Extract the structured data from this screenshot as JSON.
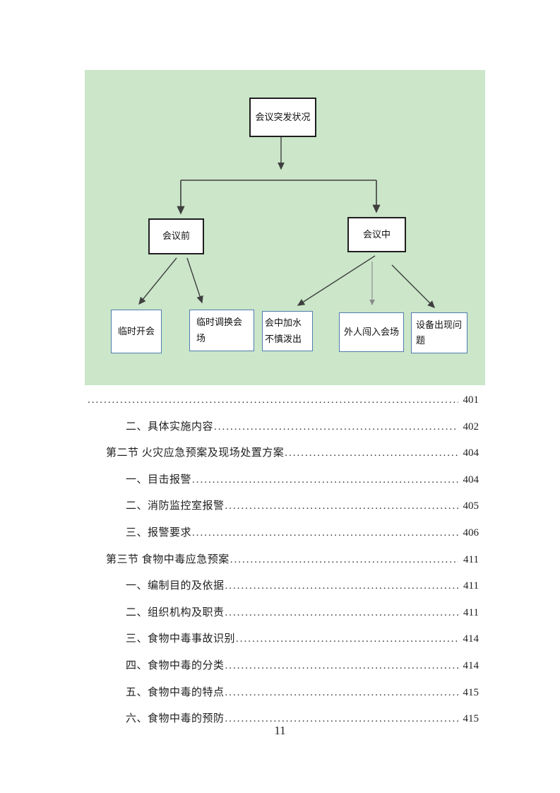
{
  "page": {
    "number": "11"
  },
  "diagram": {
    "background_color": "#cbe6c9",
    "root": {
      "label": "会议突发状况"
    },
    "branches": [
      {
        "label": "会议前"
      },
      {
        "label": "会议中"
      }
    ],
    "leaves": [
      {
        "label": "临时开会"
      },
      {
        "label": "临时调换会场"
      },
      {
        "label": "会中加水不慎泼出"
      },
      {
        "label": "外人闯入会场"
      },
      {
        "label": "设备出现问题"
      }
    ]
  },
  "toc": {
    "entries": [
      {
        "label": "",
        "page": "401",
        "level": 0
      },
      {
        "label": "二、具体实施内容",
        "page": "402",
        "level": 2
      },
      {
        "label": "第二节 火灾应急预案及现场处置方案",
        "page": "404",
        "level": 1
      },
      {
        "label": "一、目击报警",
        "page": "404",
        "level": 2
      },
      {
        "label": "二、消防监控室报警",
        "page": "405",
        "level": 2
      },
      {
        "label": "三、报警要求",
        "page": "406",
        "level": 2
      },
      {
        "label": "第三节 食物中毒应急预案",
        "page": "411",
        "level": 1
      },
      {
        "label": "一、编制目的及依据",
        "page": "411",
        "level": 2
      },
      {
        "label": "二、组织机构及职责",
        "page": "411",
        "level": 2
      },
      {
        "label": "三、食物中毒事故识别",
        "page": "414",
        "level": 2
      },
      {
        "label": "四、食物中毒的分类",
        "page": "414",
        "level": 2
      },
      {
        "label": "五、食物中毒的特点",
        "page": "415",
        "level": 2
      },
      {
        "label": "六、食物中毒的预防",
        "page": "415",
        "level": 2
      }
    ]
  }
}
